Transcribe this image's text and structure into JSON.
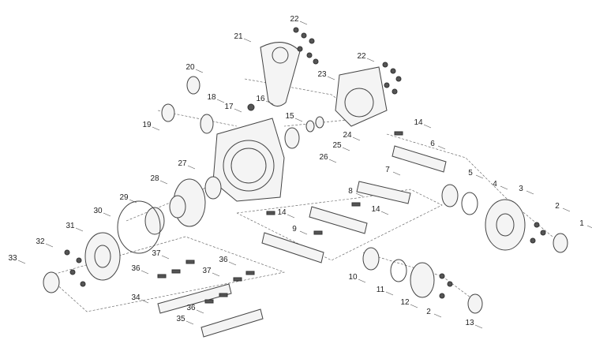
{
  "diagram": {
    "title": "Worm gearbox exploded parts view",
    "labels": [
      "22",
      "21",
      "20",
      "22",
      "23",
      "18",
      "19",
      "17",
      "16",
      "15",
      "14",
      "24",
      "25",
      "26",
      "6",
      "27",
      "28",
      "7",
      "5",
      "4",
      "3",
      "29",
      "8",
      "30",
      "14",
      "14",
      "2",
      "1",
      "31",
      "9",
      "32",
      "37",
      "36",
      "33",
      "37",
      "36",
      "10",
      "11",
      "12",
      "34",
      "36",
      "2",
      "35",
      "13"
    ],
    "colors": {
      "line": "#444444",
      "background": "#ffffff"
    }
  }
}
